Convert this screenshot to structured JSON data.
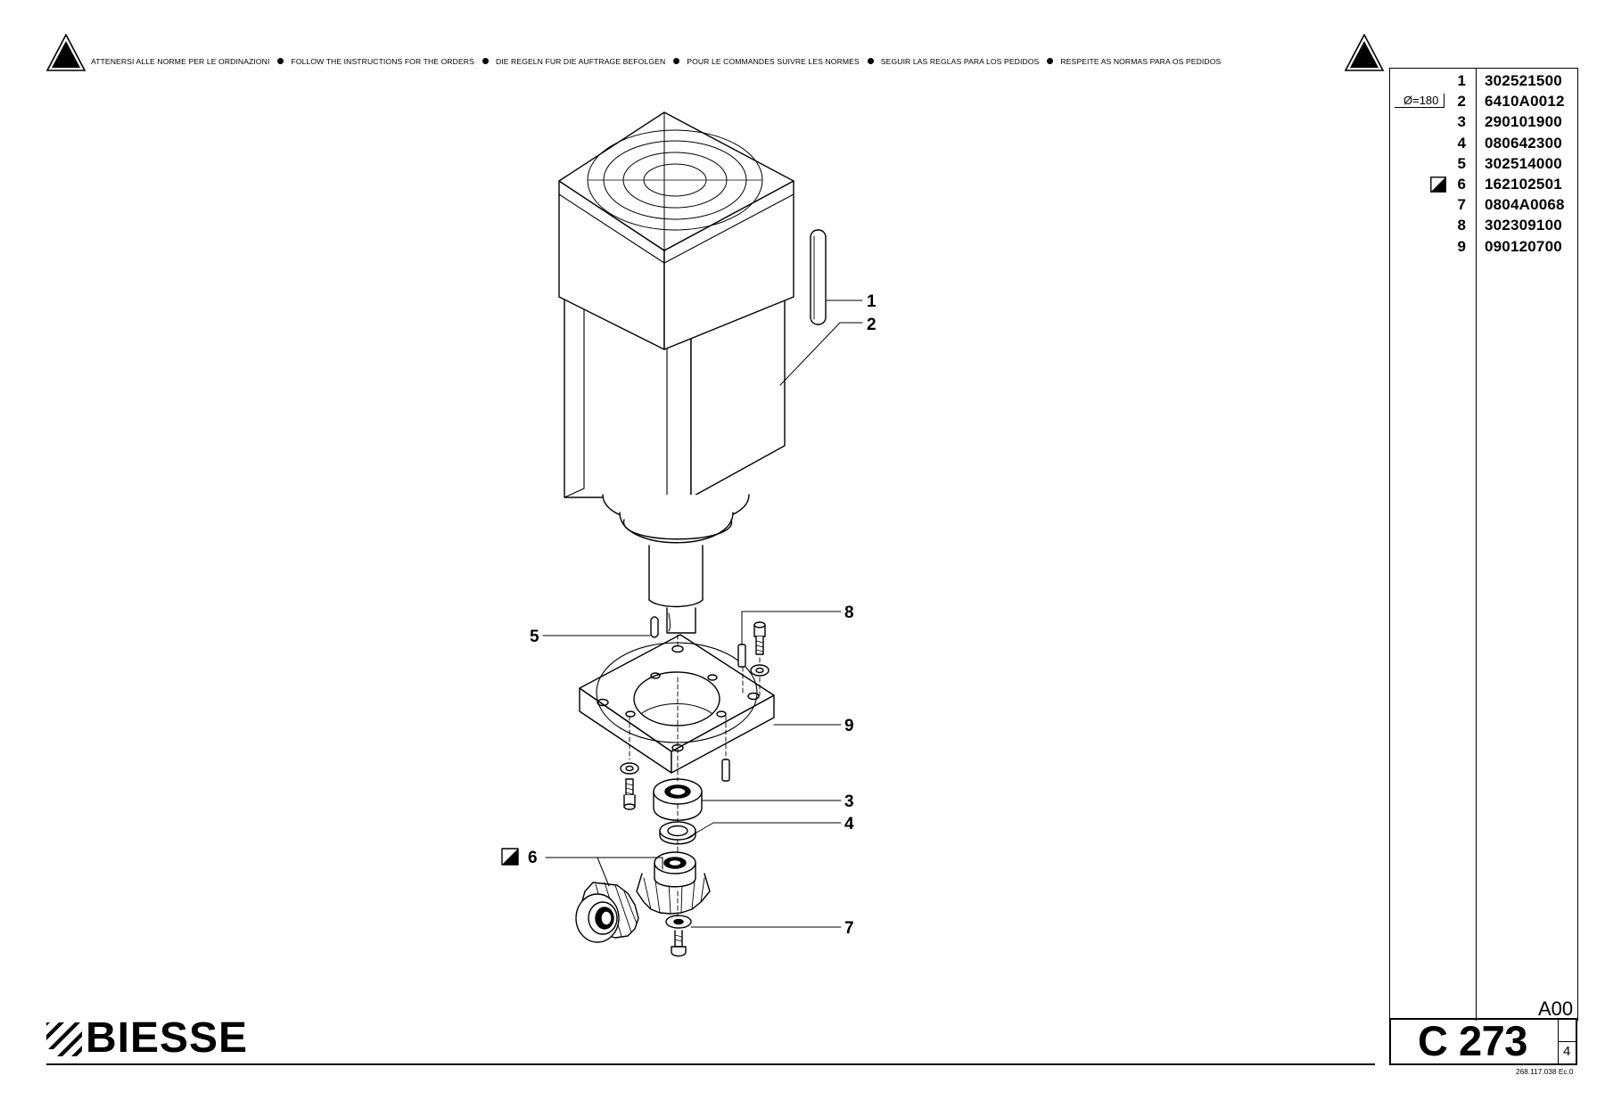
{
  "header": {
    "notices": [
      "ATTENERSI ALLE NORME PER LE ORDINAZIONI",
      "FOLLOW THE INSTRUCTIONS FOR THE ORDERS",
      "DIE REGELN FUR DIE AUFTRAGE BEFOLGEN",
      "POUR LE COMMANDES SUIVRE LES NORMES",
      "SEGUIR LAS REGLAS PARA LOS PEDIDOS",
      "RESPEITE AS NORMAS PARA OS PEDIDOS"
    ],
    "icon": "warning-triangle-icon"
  },
  "parts": [
    {
      "item": "1",
      "code": "302521500",
      "note": ""
    },
    {
      "item": "2",
      "code": "6410A0012",
      "note": "Ø=180"
    },
    {
      "item": "3",
      "code": "290101900",
      "note": ""
    },
    {
      "item": "4",
      "code": "080642300",
      "note": ""
    },
    {
      "item": "5",
      "code": "302514000",
      "note": ""
    },
    {
      "item": "6",
      "code": "162102501",
      "note": "",
      "marker": "assembly-marker-icon"
    },
    {
      "item": "7",
      "code": "0804A0068",
      "note": ""
    },
    {
      "item": "8",
      "code": "302309100",
      "note": ""
    },
    {
      "item": "9",
      "code": "090120700",
      "note": ""
    }
  ],
  "callouts": [
    "1",
    "2",
    "3",
    "4",
    "5",
    "6",
    "7",
    "8",
    "9"
  ],
  "footer": {
    "brand": "BIESSE",
    "brand_icon": "biesse-stripes-logo-icon",
    "revision": "A00",
    "doc_code": "C 273",
    "sheet": "4",
    "doc_ref": "268.117.038 Ec.0"
  }
}
